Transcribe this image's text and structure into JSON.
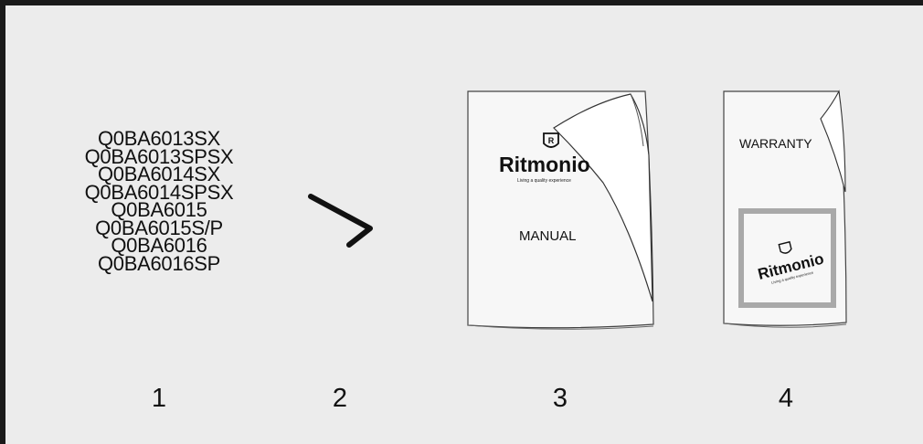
{
  "codes": [
    "Q0BA6013SX",
    "Q0BA6013SPSX",
    "Q0BA6014SX",
    "Q0BA6014SPSX",
    "Q0BA6015",
    "Q0BA6015S/P",
    "Q0BA6016",
    "Q0BA6016SP"
  ],
  "manual": {
    "brand": "Ritmonio",
    "tagline": "Living a quality experience",
    "label": "MANUAL",
    "logo_icon": "ritmonio-shield-logo"
  },
  "warranty": {
    "label": "WARRANTY",
    "brand": "Ritmonio",
    "tagline": "Living a quality experience",
    "logo_icon": "ritmonio-shield-logo",
    "stamp_color": "#a9a9a9"
  },
  "arrow_icon": "chevron-right-icon",
  "steps": [
    "1",
    "2",
    "3",
    "4"
  ]
}
